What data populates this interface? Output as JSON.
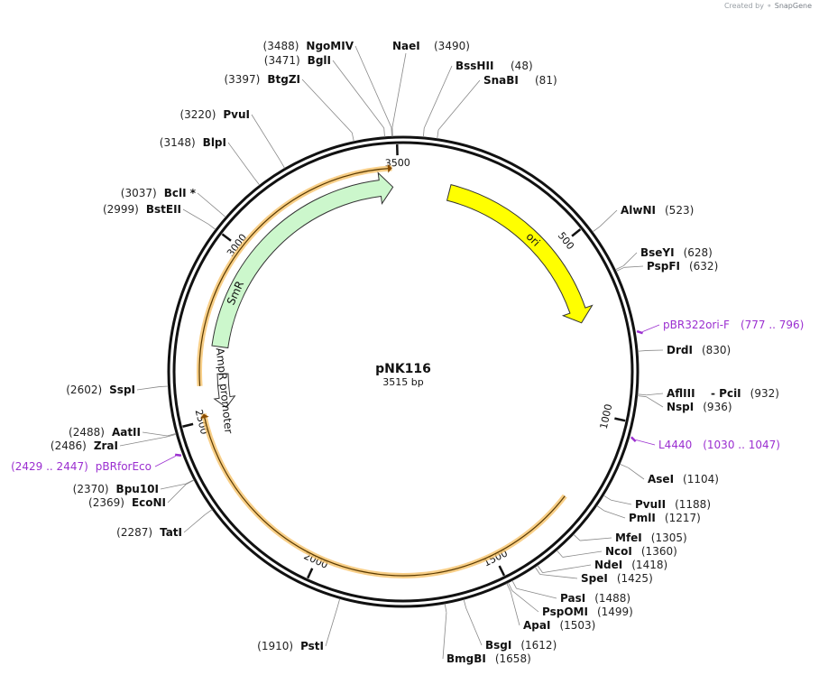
{
  "credit": {
    "prefix": "Created by",
    "brand": "SnapGene"
  },
  "plasmid": {
    "name": "pNK116",
    "length_text": "3515 bp",
    "total_bp": 3515
  },
  "ticks": [
    {
      "bp": 500,
      "label": "500"
    },
    {
      "bp": 1000,
      "label": "1000"
    },
    {
      "bp": 1500,
      "label": "1500"
    },
    {
      "bp": 2000,
      "label": "2000"
    },
    {
      "bp": 2500,
      "label": "2500"
    },
    {
      "bp": 3000,
      "label": "3000"
    },
    {
      "bp": 3500,
      "label": "3500"
    }
  ],
  "features": [
    {
      "name": "SmR",
      "start": 2712,
      "end": 3484,
      "direction": "cw",
      "color": "#ccf7cc"
    },
    {
      "name": "ori",
      "start": 140,
      "end": 729,
      "direction": "cw",
      "color": "#ffff00"
    },
    {
      "name": "AmpR promoter",
      "start": 2525,
      "end": 2630,
      "direction": "ccw",
      "color": "#ffffff"
    }
  ],
  "orfs": [
    {
      "start": 2597,
      "end": 3484,
      "color": "#f6c36a"
    },
    {
      "start": 1245,
      "end": 2520,
      "color": "#f6c36a"
    }
  ],
  "enzymes": [
    {
      "name": "NaeI",
      "pos": "(3490)",
      "bp": 3490
    },
    {
      "name": "NgoMIV",
      "pos": "(3488)",
      "bp": 3488
    },
    {
      "name": "BglI",
      "pos": "(3471)",
      "bp": 3471
    },
    {
      "name": "BtgZI",
      "pos": "(3397)",
      "bp": 3397
    },
    {
      "name": "PvuI",
      "pos": "(3220)",
      "bp": 3220
    },
    {
      "name": "BlpI",
      "pos": "(3148)",
      "bp": 3148
    },
    {
      "name": "BclI *",
      "pos": "(3037)",
      "bp": 3037
    },
    {
      "name": "BstEII",
      "pos": "(2999)",
      "bp": 2999
    },
    {
      "name": "SspI",
      "pos": "(2602)",
      "bp": 2602
    },
    {
      "name": "AatII",
      "pos": "(2488)",
      "bp": 2488
    },
    {
      "name": "ZraI",
      "pos": "(2486)",
      "bp": 2486
    },
    {
      "name": "Bpu10I",
      "pos": "(2370)",
      "bp": 2370
    },
    {
      "name": "EcoNI",
      "pos": "(2369)",
      "bp": 2369
    },
    {
      "name": "TatI",
      "pos": "(2287)",
      "bp": 2287
    },
    {
      "name": "PstI",
      "pos": "(1910)",
      "bp": 1910
    },
    {
      "name": "BssHII",
      "pos": "(48)",
      "bp": 48
    },
    {
      "name": "SnaBI",
      "pos": "(81)",
      "bp": 81
    },
    {
      "name": "AlwNI",
      "pos": "(523)",
      "bp": 523
    },
    {
      "name": "BseYI",
      "pos": "(628)",
      "bp": 628
    },
    {
      "name": "PspFI",
      "pos": "(632)",
      "bp": 632
    },
    {
      "name": "DrdI",
      "pos": "(830)",
      "bp": 830
    },
    {
      "name": "AflIII",
      "pos": "",
      "bp": 932
    },
    {
      "name": "- PciI",
      "pos": "(932)",
      "bp": 932
    },
    {
      "name": "NspI",
      "pos": "(936)",
      "bp": 936
    },
    {
      "name": "AseI",
      "pos": "(1104)",
      "bp": 1104
    },
    {
      "name": "PvuII",
      "pos": "(1188)",
      "bp": 1188
    },
    {
      "name": "PmlI",
      "pos": "(1217)",
      "bp": 1217
    },
    {
      "name": "MfeI",
      "pos": "(1305)",
      "bp": 1305
    },
    {
      "name": "NcoI",
      "pos": "(1360)",
      "bp": 1360
    },
    {
      "name": "NdeI",
      "pos": "(1418)",
      "bp": 1418
    },
    {
      "name": "SpeI",
      "pos": "(1425)",
      "bp": 1425
    },
    {
      "name": "PasI",
      "pos": "(1488)",
      "bp": 1488
    },
    {
      "name": "PspOMI",
      "pos": "(1499)",
      "bp": 1499
    },
    {
      "name": "ApaI",
      "pos": "(1503)",
      "bp": 1503
    },
    {
      "name": "BsgI",
      "pos": "(1612)",
      "bp": 1612
    },
    {
      "name": "BmgBI",
      "pos": "(1658)",
      "bp": 1658
    }
  ],
  "primers": [
    {
      "name": "pBR322ori-F",
      "range": "(777 .. 796)",
      "bp": 786
    },
    {
      "name": "L4440",
      "range": "(1030 .. 1047)",
      "bp": 1038
    },
    {
      "name": "pBRforEco",
      "range": "(2429 .. 2447)",
      "bp": 2438
    }
  ]
}
